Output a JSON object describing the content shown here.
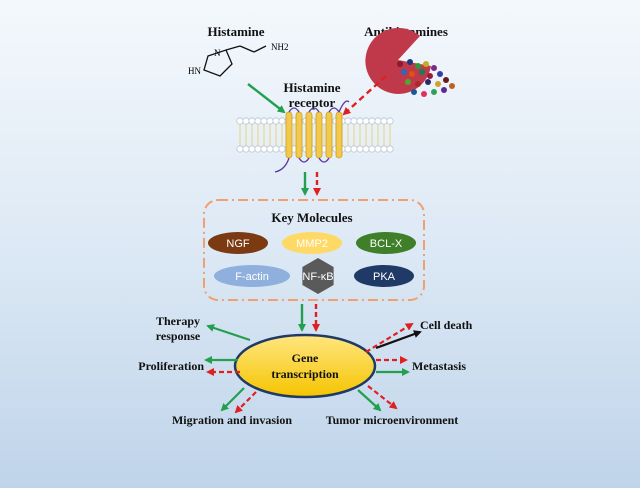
{
  "top": {
    "histamine": "Histamine",
    "nh2": "NH2",
    "hn": "HN",
    "n": "N",
    "antihistamines": "Antihistamines",
    "receptor_line1": "Histamine",
    "receptor_line2": "receptor"
  },
  "key_molecules": {
    "title": "Key Molecules",
    "items": [
      {
        "label": "NGF",
        "color": "#7b3a12",
        "text_color": "#ffffff"
      },
      {
        "label": "MMP2",
        "color": "#ffd966",
        "text_color": "#ffffff"
      },
      {
        "label": "BCL-X",
        "color": "#3f7f2a",
        "text_color": "#ffffff"
      },
      {
        "label": "F-actin",
        "color": "#8fb0dd",
        "text_color": "#ffffff"
      },
      {
        "label": "NF-κB",
        "color": "#5a5a5a",
        "text_color": "#ffffff"
      },
      {
        "label": "PKA",
        "color": "#1f3a66",
        "text_color": "#ffffff"
      }
    ]
  },
  "center": {
    "line1": "Gene",
    "line2": "transcription",
    "fill": "#ffd84a"
  },
  "outcomes": {
    "therapy_line1": "Therapy",
    "therapy_line2": "response",
    "proliferation": "Proliferation",
    "migration": "Migration and invasion",
    "tumor": "Tumor microenvironment",
    "metastasis": "Metastasis",
    "cell_death": "Cell death"
  },
  "colors": {
    "green_arrow": "#22a050",
    "red_arrow": "#e02020",
    "dashed_box": "#f0a070",
    "pie_red": "#c0394a",
    "receptor": "#f2c94c",
    "membrane_head": "#ffffff",
    "membrane_tail": "#ffeebb"
  }
}
